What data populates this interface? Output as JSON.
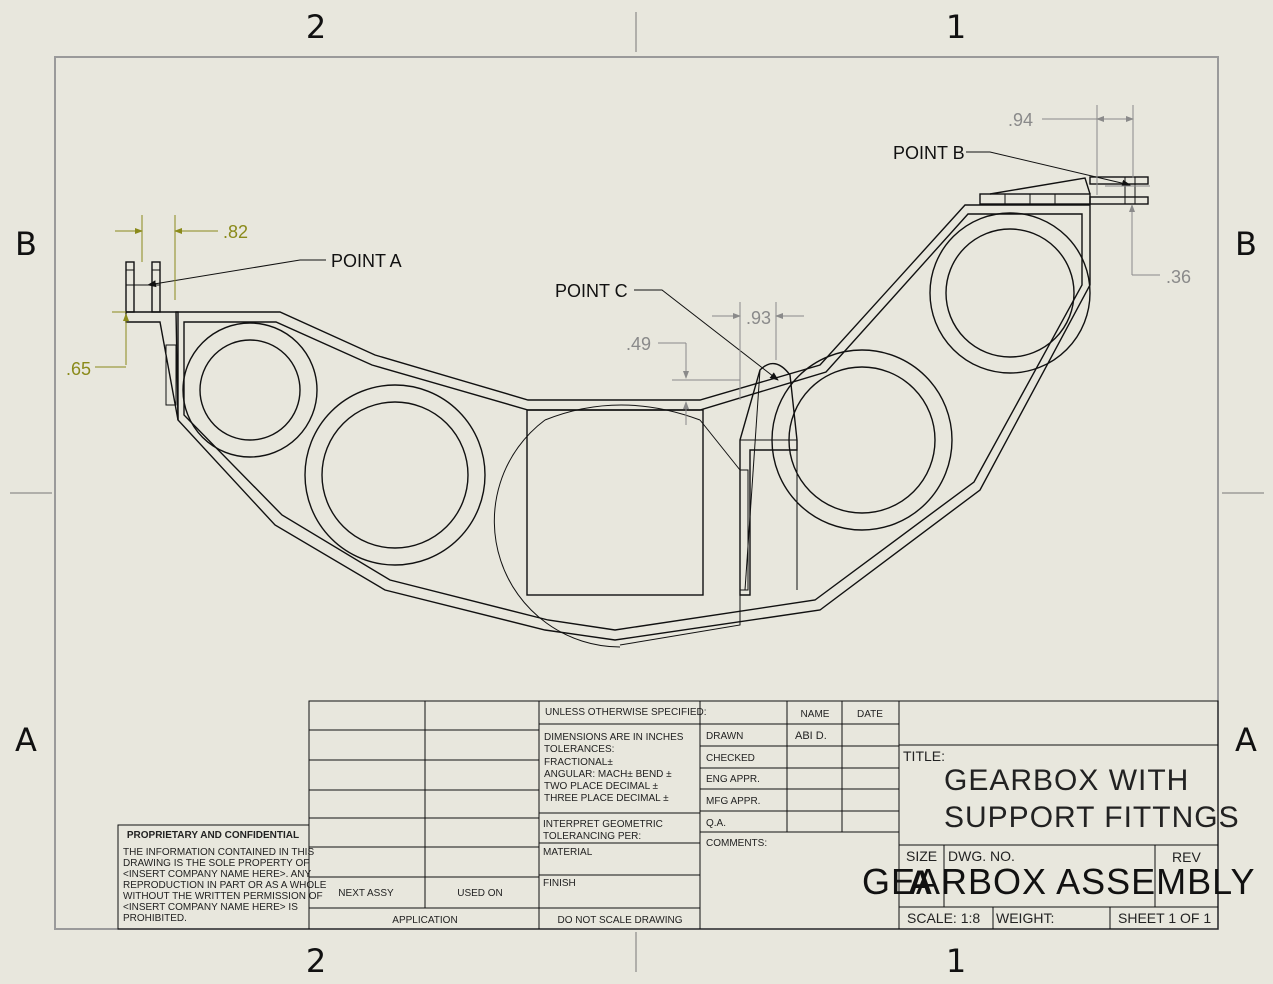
{
  "zones": {
    "top_left": "2",
    "top_right": "1",
    "bottom_left": "2",
    "bottom_right": "1",
    "left_upper": "B",
    "left_lower": "A",
    "right_upper": "B",
    "right_lower": "A"
  },
  "callouts": {
    "point_a": "POINT A",
    "point_b": "POINT B",
    "point_c": "POINT C"
  },
  "dimensions": {
    "d94": ".94",
    "d36": ".36",
    "d82": ".82",
    "d65": ".65",
    "d93": ".93",
    "d49": ".49"
  },
  "colors": {
    "background": "#e8e7dd",
    "dim_gray": "#8a8a8a",
    "dim_yellow": "#8a8a1a"
  },
  "title_block": {
    "unless": "UNLESS OTHERWISE SPECIFIED:",
    "tol_lines": [
      "DIMENSIONS ARE IN INCHES",
      "TOLERANCES:",
      "FRACTIONAL±",
      "ANGULAR: MACH±    BEND ±",
      "TWO PLACE DECIMAL    ±",
      "THREE PLACE DECIMAL   ±"
    ],
    "interpret": [
      "INTERPRET GEOMETRIC",
      "TOLERANCING PER:"
    ],
    "material": "MATERIAL",
    "finish": "FINISH",
    "do_not_scale": "DO NOT SCALE DRAWING",
    "next_assy": "NEXT ASSY",
    "used_on": "USED ON",
    "application": "APPLICATION",
    "name_hdr": "NAME",
    "date_hdr": "DATE",
    "drawn": "DRAWN",
    "drawn_name": "ABI D.",
    "checked": "CHECKED",
    "eng_appr": "ENG APPR.",
    "mfg_appr": "MFG APPR.",
    "qa": "Q.A.",
    "comments": "COMMENTS:",
    "title_label": "TITLE:",
    "title_line1": "GEARBOX WITH",
    "title_line2": "SUPPORT FITTNGS",
    "size_label": "SIZE",
    "size_value": "A",
    "dwg_no_label": "DWG.  NO.",
    "dwg_no": "GEARBOX ASSEMBLY",
    "rev_label": "REV",
    "scale": "SCALE: 1:8",
    "weight": "WEIGHT:",
    "sheet": "SHEET 1 OF 1",
    "proprietary_title": "PROPRIETARY AND CONFIDENTIAL",
    "proprietary_lines": [
      "THE INFORMATION CONTAINED IN THIS",
      "DRAWING IS THE SOLE PROPERTY OF",
      "<INSERT COMPANY NAME HERE>.  ANY",
      "REPRODUCTION IN PART OR AS A WHOLE",
      "WITHOUT THE WRITTEN PERMISSION OF",
      "<INSERT COMPANY NAME HERE> IS",
      "PROHIBITED."
    ]
  }
}
